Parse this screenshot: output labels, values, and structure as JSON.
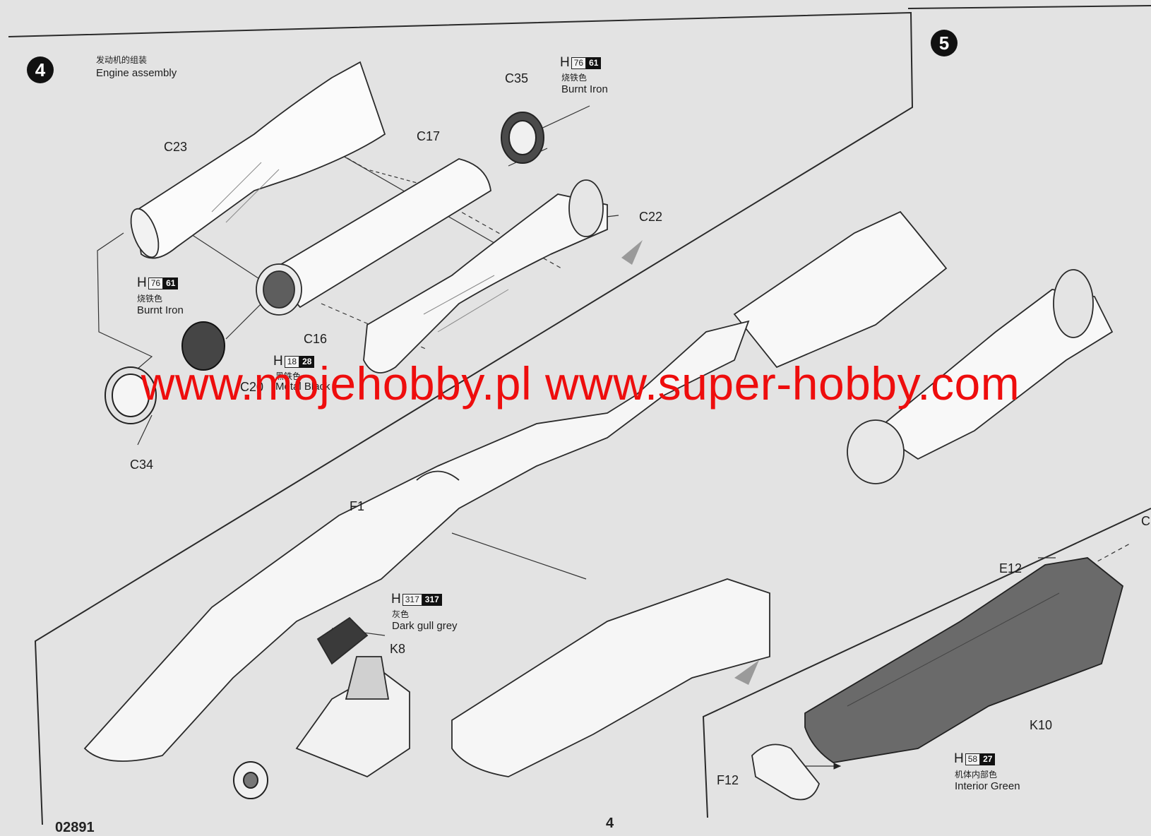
{
  "steps": {
    "step4": {
      "number": "4",
      "title_cn": "发动机的组装",
      "title_en": "Engine assembly"
    },
    "step5": {
      "number": "5"
    }
  },
  "parts": {
    "c23": "C23",
    "c17": "C17",
    "c35": "C35",
    "c22": "C22",
    "c16": "C16",
    "c20": "C20",
    "c34": "C34",
    "f1": "F1",
    "k8": "K8",
    "e12": "E12",
    "k10": "K10",
    "f12": "F12",
    "c_edge": "C"
  },
  "paint_callouts": {
    "burnt_iron_top": {
      "prefix": "H",
      "code1": "76",
      "code2": "61",
      "name_cn": "烧铁色",
      "name_en": "Burnt Iron"
    },
    "burnt_iron_left": {
      "prefix": "H",
      "code1": "76",
      "code2": "61",
      "name_cn": "烧铁色",
      "name_en": "Burnt Iron"
    },
    "metal_black": {
      "prefix": "H",
      "code1": "18",
      "code2": "28",
      "name_cn": "黑铁色",
      "name_en": "Metal Black"
    },
    "dark_gull_grey": {
      "prefix": "H",
      "code1": "317",
      "code2": "317",
      "name_cn": "灰色",
      "name_en": "Dark gull grey"
    },
    "interior_green": {
      "prefix": "H",
      "code1": "58",
      "code2": "27",
      "name_cn": "机体内部色",
      "name_en": "Interior Green"
    }
  },
  "watermark": "www.mojehobby.pl www.super-hobby.com",
  "footer": {
    "code": "02891",
    "page_number": "4"
  }
}
